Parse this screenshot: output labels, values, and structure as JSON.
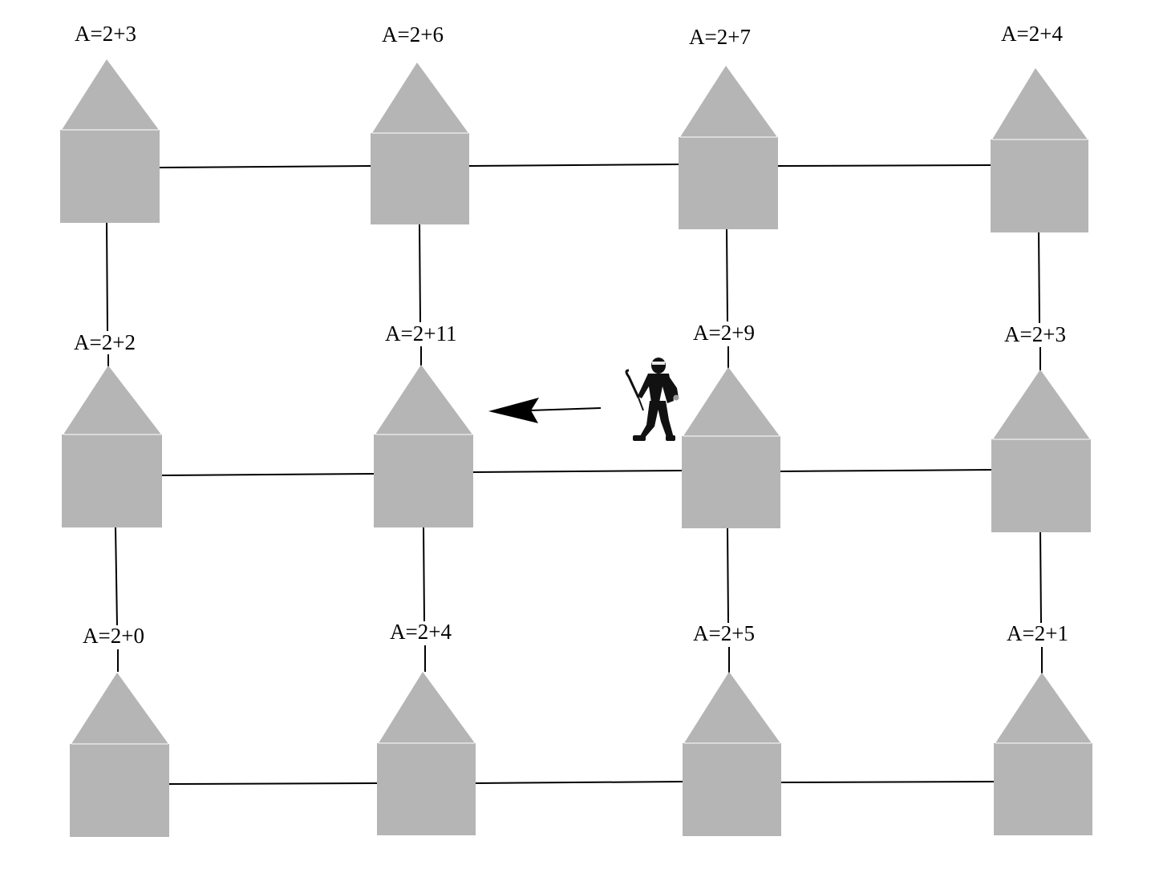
{
  "houses": [
    {
      "id": "r1c1",
      "label": "A=2+3"
    },
    {
      "id": "r1c2",
      "label": "A=2+6"
    },
    {
      "id": "r1c3",
      "label": "A=2+7"
    },
    {
      "id": "r1c4",
      "label": "A=2+4"
    },
    {
      "id": "r2c1",
      "label": "A=2+2"
    },
    {
      "id": "r2c2",
      "label": "A=2+11"
    },
    {
      "id": "r2c3",
      "label": "A=2+9"
    },
    {
      "id": "r2c4",
      "label": "A=2+3"
    },
    {
      "id": "r3c1",
      "label": "A=2+0"
    },
    {
      "id": "r3c2",
      "label": "A=2+4"
    },
    {
      "id": "r3c3",
      "label": "A=2+5"
    },
    {
      "id": "r3c4",
      "label": "A=2+1"
    }
  ],
  "colors": {
    "house": "#b5b5b5",
    "edge": "#000000",
    "thief": "#111111",
    "arrow": "#000000"
  },
  "icons": {
    "house": "house-icon",
    "thief": "thief-icon",
    "arrow": "arrow-left-icon"
  }
}
